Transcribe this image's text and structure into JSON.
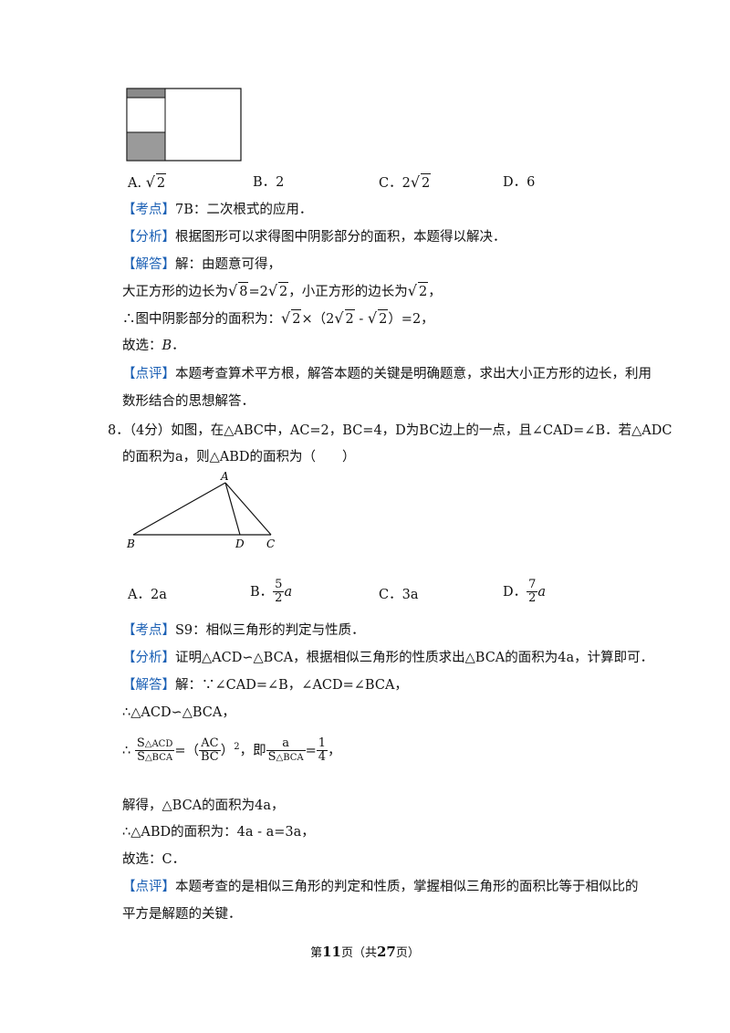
{
  "q7": {
    "options": {
      "A": "A.",
      "A_val": "2",
      "B": "B．2",
      "C": "C．2",
      "C_val": "2",
      "D": "D．6"
    },
    "kaodian_tag": "【考点】",
    "kaodian": "7B：二次根式的应用．",
    "fenxi_tag": "【分析】",
    "fenxi": "根据图形可以求得图中阴影部分的面积，本题得以解决．",
    "jieda_tag": "【解答】",
    "jieda": "解：由题意可得，",
    "line1_a": "大正方形的边长为",
    "line1_r1": "8",
    "line1_b": "=2",
    "line1_r2": "2",
    "line1_c": "，小正方形的边长为",
    "line1_r3": "2",
    "line1_d": "，",
    "line2_a": "∴图中阴影部分的面积为：",
    "line2_r1": "2",
    "line2_b": "×（2",
    "line2_r2": "2",
    "line2_c": " - ",
    "line2_r3": "2",
    "line2_d": "）=2，",
    "guxuan": "故选：",
    "guxuan_ans": "B",
    "guxuan_end": "．",
    "dianping_tag": "【点评】",
    "dianping1": "本题考查算术平方根，解答本题的关键是明确题意，求出大小正方形的边长，利用",
    "dianping2": "数形结合的思想解答．"
  },
  "q8": {
    "stem1": "8．（4分）如图，在△ABC中，AC=2，BC=4，D为BC边上的一点，且∠CAD=∠B．若△ADC",
    "stem2": "的面积为a，则△ABD的面积为（　　）",
    "fig_labels": {
      "A": "A",
      "B": "B",
      "C": "C",
      "D": "D"
    },
    "options": {
      "A": "A．2a",
      "B": "B．",
      "B_num": "5",
      "B_den": "2",
      "B_var": "a",
      "C": "C．3a",
      "D": "D．",
      "D_num": "7",
      "D_den": "2",
      "D_var": "a"
    },
    "kaodian_tag": "【考点】",
    "kaodian": "S9：相似三角形的判定与性质．",
    "fenxi_tag": "【分析】",
    "fenxi": "证明△ACD∽△BCA，根据相似三角形的性质求出△BCA的面积为4a，计算即可．",
    "jieda_tag": "【解答】",
    "jieda": "解：∵∠CAD=∠B，∠ACD=∠BCA，",
    "sim": "∴△ACD∽△BCA，",
    "therefore": "∴",
    "f1_num": "S",
    "f1_num_sub": "△ACD",
    "f1_den": "S",
    "f1_den_sub": "△BCA",
    "eq1": "=（",
    "f2_num": "AC",
    "f2_den": "BC",
    "eq2": "）",
    "pow": "2",
    "ji": "，即",
    "f3_num": "a",
    "f3_den": "S",
    "f3_den_sub": "△BCA",
    "eq3": "=",
    "f4_num": "1",
    "f4_den": "4",
    "end": "，",
    "jiede": "解得，△BCA的面积为4a，",
    "abd": "∴△ABD的面积为：4a - a=3a，",
    "guxuan": "故选：C．",
    "dianping_tag": "【点评】",
    "dianping1": "本题考查的是相似三角形的判定和性质，掌握相似三角形的面积比等于相似比的",
    "dianping2": "平方是解题的关键．"
  },
  "footer": {
    "pre": "第",
    "page": "11",
    "mid": "页（共",
    "total": "27",
    "post": "页）"
  }
}
